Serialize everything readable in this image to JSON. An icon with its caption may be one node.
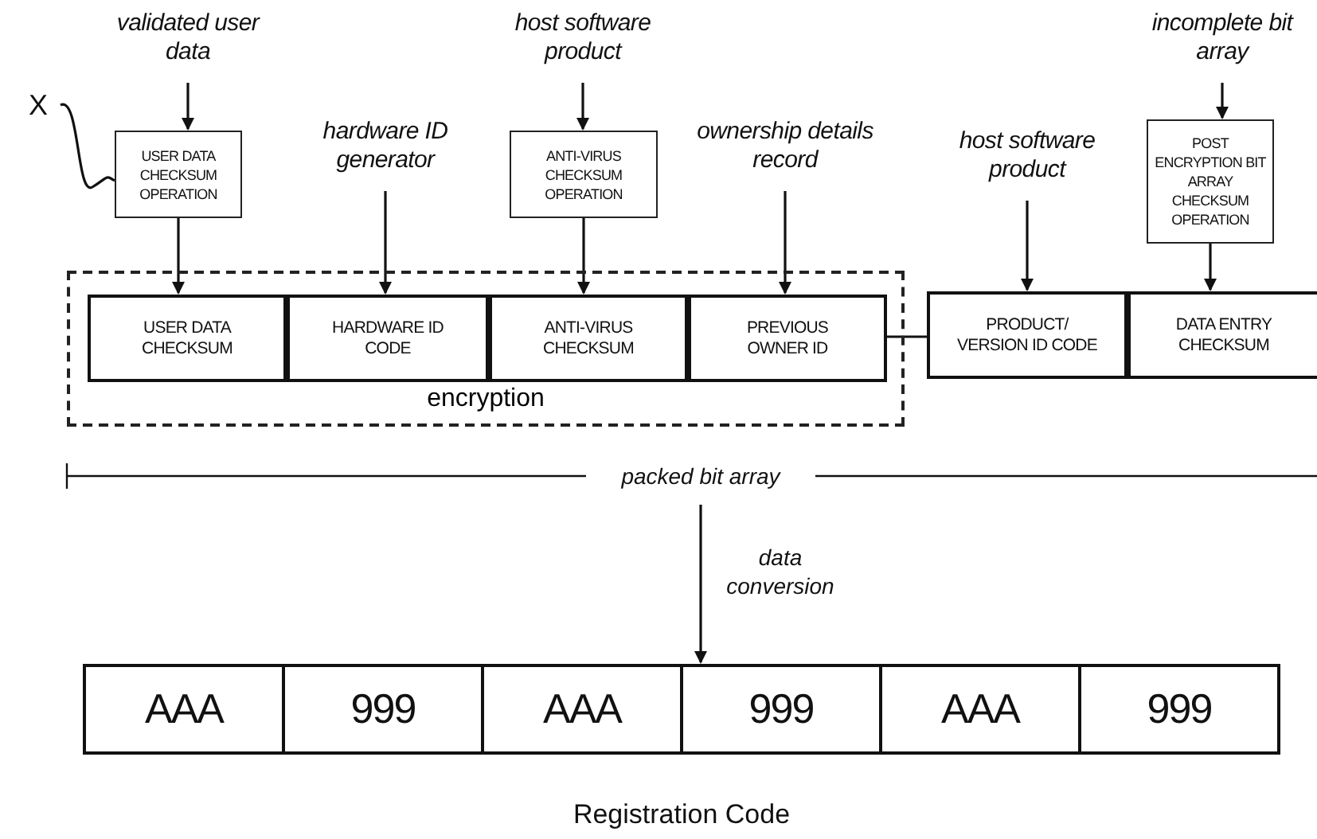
{
  "diagram": {
    "caption": "Registration Code",
    "nodes": [
      {
        "text": [
          "validated user data"
        ]
      },
      {
        "text": [
          "USER DATA CHECKSUM OPERATION"
        ]
      },
      {
        "text": [
          "X"
        ]
      },
      {
        "text": [
          "hardware ID generator"
        ]
      },
      {
        "text": [
          "host software product"
        ]
      },
      {
        "text": [
          "ANTI-VIRUS CHECKSUM OPERATION"
        ]
      },
      {
        "text": [
          "ownership details record"
        ]
      },
      {
        "text": [
          "host software product"
        ]
      },
      {
        "text": [
          "incomplete bit array"
        ]
      },
      {
        "text": [
          "POST ENCRYPTION BIT ARRAY CHECKSUM OPERATION"
        ]
      },
      {
        "text": [
          "encryption"
        ]
      },
      {
        "text": [
          "USER DATA CHECKSUM"
        ],
        "in": 10
      },
      {
        "text": [
          "HARDWARE ID CODE"
        ],
        "in": 10
      },
      {
        "text": [
          "ANTI-VIRUS CHECKSUM"
        ],
        "in": 10
      },
      {
        "text": [
          "PREVIOUS OWNER ID"
        ],
        "in": 10
      },
      {
        "text": [
          "PRODUCT/ VERSION ID CODE"
        ]
      },
      {
        "text": [
          "DATA ENTRY CHECKSUM"
        ]
      },
      {
        "text": [
          "packed bit array"
        ]
      },
      {
        "text": [],
        "shape": "box"
      },
      {
        "text": [
          "AAA"
        ],
        "in": 18
      },
      {
        "text": [
          "999"
        ],
        "in": 18
      },
      {
        "text": [
          "AAA"
        ],
        "in": 18
      },
      {
        "text": [
          "999"
        ],
        "in": 18
      },
      {
        "text": [
          "AAA"
        ],
        "in": 18
      },
      {
        "text": [
          "999"
        ],
        "in": 18
      }
    ],
    "edges": [
      {
        "from": 0,
        "to": 1,
        "arrow": "to"
      },
      {
        "from": 1,
        "to": 11,
        "arrow": "to"
      },
      {
        "from": 2,
        "to": 1,
        "arrow": "none"
      },
      {
        "from": 3,
        "to": 12,
        "arrow": "to"
      },
      {
        "from": 4,
        "to": 5,
        "arrow": "to"
      },
      {
        "from": 5,
        "to": 13,
        "arrow": "to"
      },
      {
        "from": 6,
        "to": 14,
        "arrow": "to"
      },
      {
        "from": 7,
        "to": 15,
        "arrow": "to"
      },
      {
        "from": 8,
        "to": 9,
        "arrow": "to"
      },
      {
        "from": 9,
        "to": 16,
        "arrow": "to"
      },
      {
        "from": 14,
        "to": 15,
        "arrow": "none"
      },
      {
        "from": 17,
        "to": 18,
        "arrow": "to",
        "label": "data conversion"
      }
    ]
  }
}
